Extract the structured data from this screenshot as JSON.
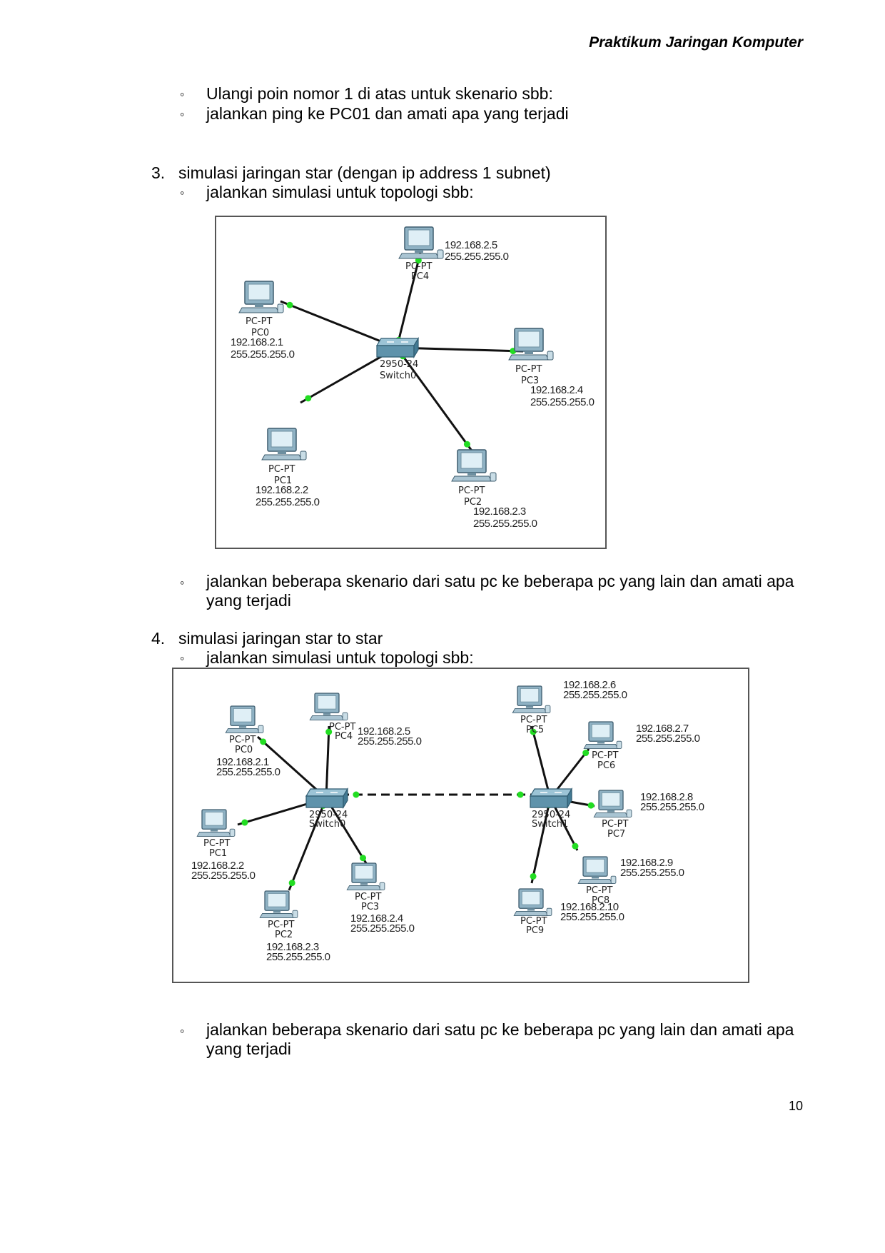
{
  "header": "Praktikum Jaringan Komputer",
  "bullets_top": [
    "Ulangi poin nomor 1 di atas untuk skenario sbb:",
    "jalankan ping ke PC01 dan amati apa yang terjadi"
  ],
  "section3": {
    "number": "3.",
    "title": "simulasi jaringan star (dengan ip address 1 subnet)",
    "bullet1": "jalankan simulasi untuk topologi sbb:",
    "bullet2_line1": "jalankan beberapa skenario dari satu pc ke beberapa pc yang lain dan amati apa",
    "bullet2_line2": "yang terjadi"
  },
  "section4": {
    "number": "4.",
    "title": "simulasi jaringan star to star",
    "bullet1": "jalankan simulasi untuk topologi sbb:",
    "bullet2_line1": "jalankan beberapa skenario dari satu pc ke beberapa pc yang lain dan amati apa",
    "bullet2_line2": "yang terjadi"
  },
  "bullet_glyph": "◦",
  "page_number": "10",
  "diagram1": {
    "switch": {
      "model": "2950-24",
      "name": "Switch0"
    },
    "pcs": [
      {
        "type": "PC-PT",
        "name": "PC0",
        "ip": "192.168.2.1",
        "mask": "255.255.255.0"
      },
      {
        "type": "PC-PT",
        "name": "PC1",
        "ip": "192.168.2.2",
        "mask": "255.255.255.0"
      },
      {
        "type": "PC-PT",
        "name": "PC2",
        "ip": "192.168.2.3",
        "mask": "255.255.255.0"
      },
      {
        "type": "PC-PT",
        "name": "PC3",
        "ip": "192.168.2.4",
        "mask": "255.255.255.0"
      },
      {
        "type": "PC-PT",
        "name": "PC4",
        "ip": "192.168.2.5",
        "mask": "255.255.255.0"
      }
    ]
  },
  "diagram2": {
    "switches": [
      {
        "model": "2950-24",
        "name": "Switch0"
      },
      {
        "model": "2950-24",
        "name": "Switch1"
      }
    ],
    "pcs": [
      {
        "type": "PC-PT",
        "name": "PC0",
        "ip": "192.168.2.1",
        "mask": "255.255.255.0"
      },
      {
        "type": "PC-PT",
        "name": "PC1",
        "ip": "192.168.2.2",
        "mask": "255.255.255.0"
      },
      {
        "type": "PC-PT",
        "name": "PC2",
        "ip": "192.168.2.3",
        "mask": "255.255.255.0"
      },
      {
        "type": "PC-PT",
        "name": "PC3",
        "ip": "192.168.2.4",
        "mask": "255.255.255.0"
      },
      {
        "type": "PC-PT",
        "name": "PC4",
        "ip": "192.168.2.5",
        "mask": "255.255.255.0"
      },
      {
        "type": "PC-PT",
        "name": "PC5",
        "ip": "192.168.2.6",
        "mask": "255.255.255.0"
      },
      {
        "type": "PC-PT",
        "name": "PC6",
        "ip": "192.168.2.7",
        "mask": "255.255.255.0"
      },
      {
        "type": "PC-PT",
        "name": "PC7",
        "ip": "192.168.2.8",
        "mask": "255.255.255.0"
      },
      {
        "type": "PC-PT",
        "name": "PC8",
        "ip": "192.168.2.9",
        "mask": "255.255.255.0"
      },
      {
        "type": "PC-PT",
        "name": "PC9",
        "ip": "192.168.2.10",
        "mask": "255.255.255.0"
      }
    ]
  }
}
